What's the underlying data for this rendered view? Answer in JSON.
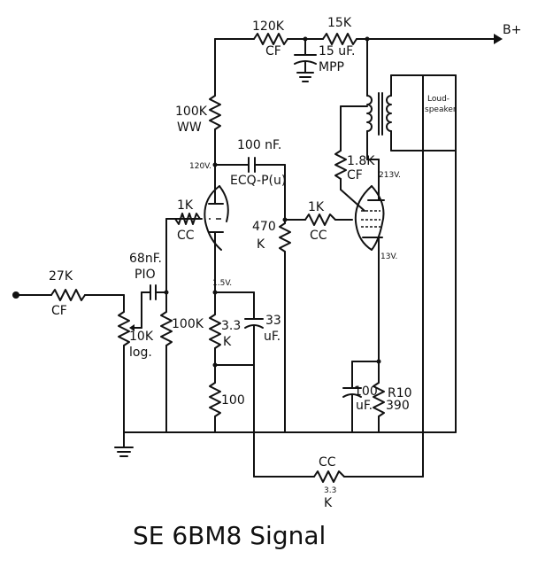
{
  "title": "SE 6BM8 Signal",
  "supply": "B+",
  "labels": {
    "r_120k": "120K",
    "r_120k_type": "CF",
    "r_15k": "15K",
    "c_15uf": "15 uF.",
    "c_15uf_type": "MPP",
    "r_100k_ww": "100K",
    "r_100k_ww_type": "WW",
    "c_100nf": "100 nF.",
    "c_100nf_type": "ECQ-P(u)",
    "v_120": "120V.",
    "r_1k_grid": "1K",
    "r_1k_grid_type": "CC",
    "r_470k": "470",
    "r_470k_unit": "K",
    "r_1k_pentode": "1K",
    "r_1k_pentode_type": "CC",
    "r_1k8": "1.8K",
    "r_1k8_type": "CF",
    "v_213": "213V.",
    "loudspeaker_1": "Loud-",
    "loudspeaker_2": "speaker",
    "v_13": "13V.",
    "r_27k": "27K",
    "r_27k_type": "CF",
    "c_68nf": "68nF.",
    "c_68nf_type": "PIO",
    "pot_10k": "10K",
    "pot_10k_type": "log.",
    "r_100k": "100K",
    "v_1_5": "1.5V.",
    "r_3k3": "3.3",
    "r_3k3_unit": "K",
    "c_33uf": "33",
    "c_33uf_unit": "uF.",
    "r_100": "100",
    "c_100uf": "100",
    "c_100uf_unit": "uF.",
    "r10": "R10",
    "r10_value": "390",
    "r_fb": "CC",
    "r_fb_value": "3.3",
    "r_fb_unit": "K"
  }
}
